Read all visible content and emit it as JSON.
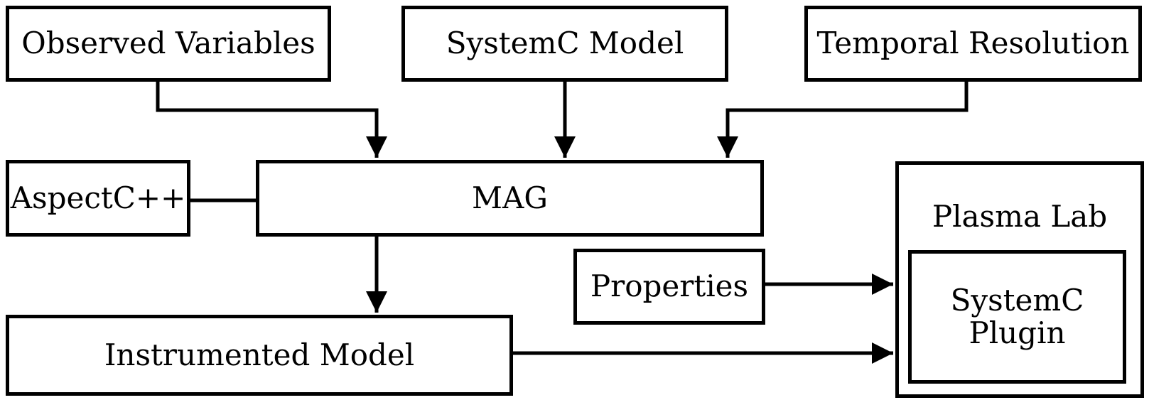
{
  "diagram": {
    "colors": {
      "stroke": "#000000",
      "background": "#ffffff",
      "box_fill": "#ffffff"
    },
    "nodes": {
      "observed_variables": {
        "label": "Observed Variables"
      },
      "systemc_model": {
        "label": "SystemC Model"
      },
      "temporal_resolution": {
        "label": "Temporal Resolution"
      },
      "aspectc": {
        "label": "AspectC++"
      },
      "mag": {
        "label": "MAG"
      },
      "properties": {
        "label": "Properties"
      },
      "instrumented_model": {
        "label": "Instrumented Model"
      },
      "plasma_lab": {
        "label": "Plasma Lab"
      },
      "systemc_plugin": {
        "label": "SystemC\nPlugin"
      }
    },
    "edges": [
      {
        "from": "observed_variables",
        "to": "mag",
        "arrow": true,
        "shape": "elbow-down-right-down"
      },
      {
        "from": "systemc_model",
        "to": "mag",
        "arrow": true,
        "shape": "straight-down"
      },
      {
        "from": "temporal_resolution",
        "to": "mag",
        "arrow": true,
        "shape": "elbow-down-left-down"
      },
      {
        "from": "aspectc",
        "to": "mag",
        "arrow": false,
        "shape": "straight-right"
      },
      {
        "from": "mag",
        "to": "instrumented_model",
        "arrow": true,
        "shape": "straight-down"
      },
      {
        "from": "properties",
        "to": "plasma_lab",
        "arrow": true,
        "shape": "straight-right"
      },
      {
        "from": "instrumented_model",
        "to": "plasma_lab",
        "arrow": true,
        "shape": "straight-right"
      },
      {
        "parent": "plasma_lab",
        "child": "systemc_plugin",
        "relation": "contains"
      }
    ]
  }
}
